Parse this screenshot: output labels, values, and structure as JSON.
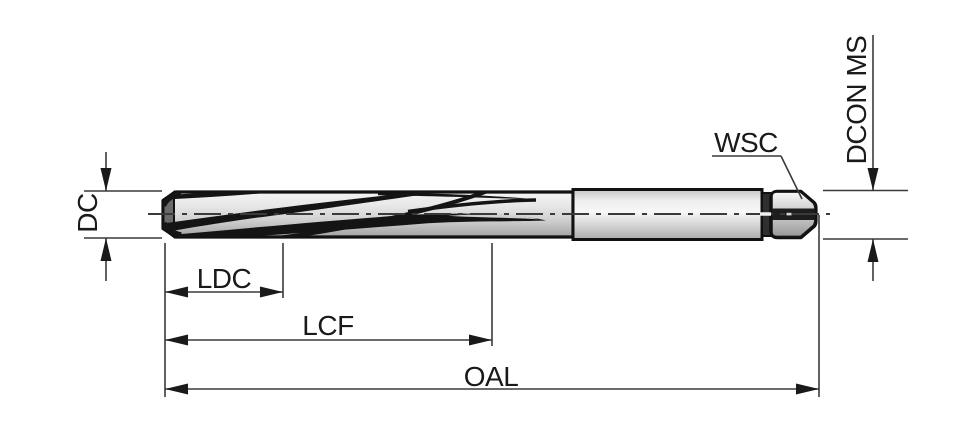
{
  "diagram": {
    "type": "technical-drawing",
    "subject": "hand reamer side view with dimension callouts",
    "background": "#ffffff",
    "outline_color": "#111111",
    "dimension_color": "#3a3a3a",
    "labels": {
      "dc": "DC",
      "ldc": "LDC",
      "lcf": "LCF",
      "oal": "OAL",
      "wsc": "WSC",
      "dcon_ms": "DCON MS"
    }
  }
}
